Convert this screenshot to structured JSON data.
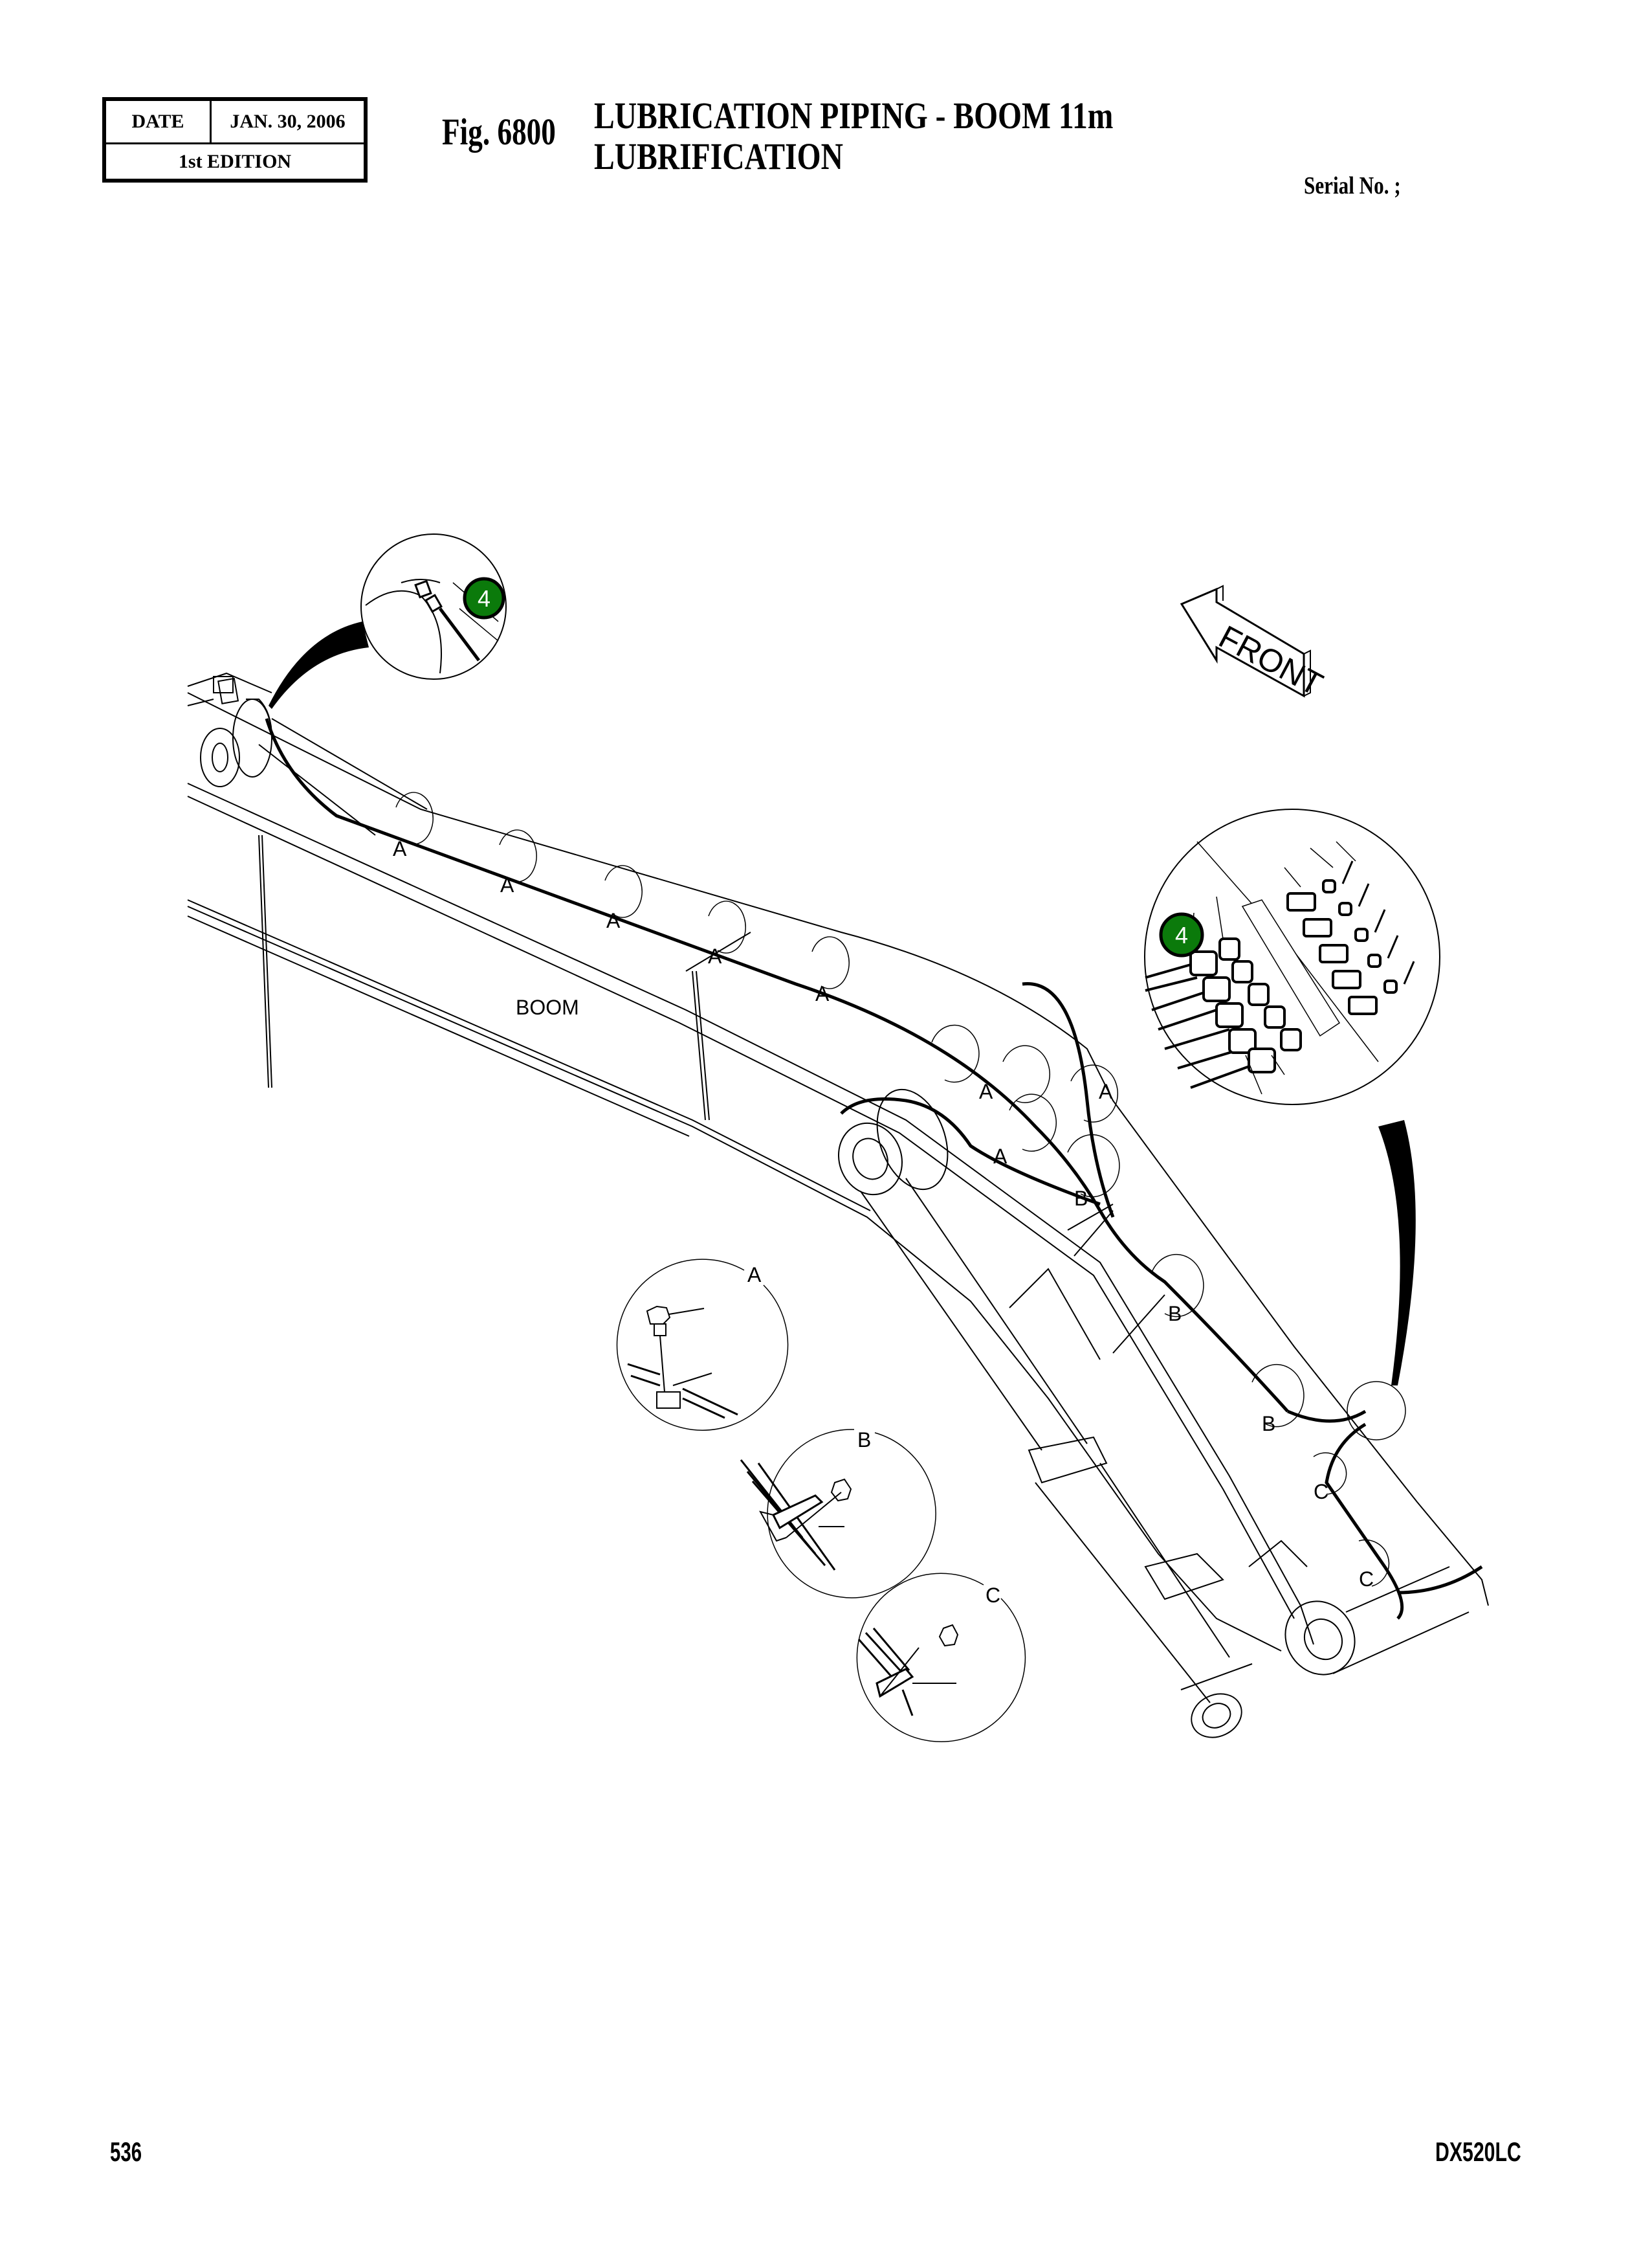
{
  "header": {
    "date_label": "DATE",
    "date_value": "JAN. 30, 2006",
    "edition": "1st EDITION",
    "figure_number": "Fig. 6800",
    "title_line1": "LUBRICATION PIPING - BOOM 11m",
    "title_line2": "LUBRIFICATION",
    "serial_label": "Serial No. ;"
  },
  "drawing": {
    "part_label": "BOOM",
    "front_arrow_label": "FRONT",
    "callout_badges": [
      {
        "id": "badge-top-left",
        "number": "4",
        "color": "#0b7a0b"
      },
      {
        "id": "badge-right",
        "number": "4",
        "color": "#0b7a0b"
      }
    ],
    "clamp_labels": {
      "a": "A",
      "b": "B",
      "c": "C"
    },
    "detail_views": [
      {
        "label": "A"
      },
      {
        "label": "B"
      },
      {
        "label": "C"
      }
    ]
  },
  "footer": {
    "page_number": "536",
    "model": "DX520LC"
  }
}
